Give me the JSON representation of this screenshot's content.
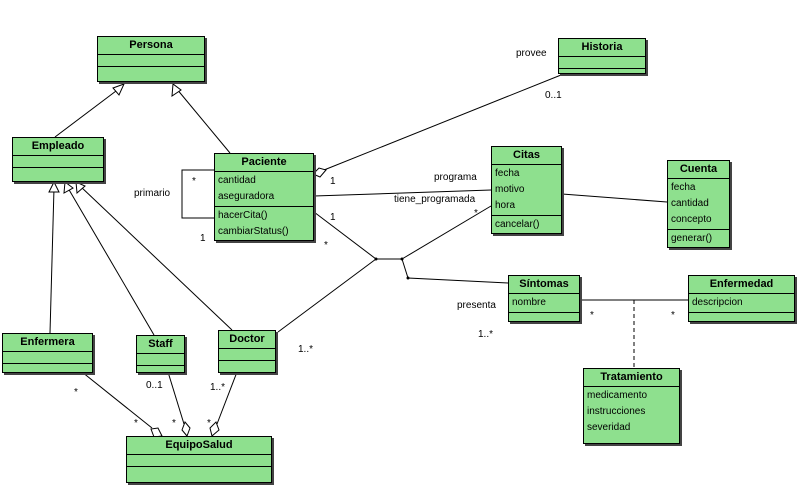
{
  "classes": {
    "persona": {
      "name": "Persona",
      "attributes": [],
      "methods": []
    },
    "empleado": {
      "name": "Empleado",
      "attributes": [],
      "methods": []
    },
    "paciente": {
      "name": "Paciente",
      "attributes": [
        "cantidad",
        "aseguradora"
      ],
      "methods": [
        "hacerCita()",
        "cambiarStatus()"
      ]
    },
    "historia": {
      "name": "Historia",
      "attributes": [],
      "methods": []
    },
    "citas": {
      "name": "Citas",
      "attributes": [
        "fecha",
        "motivo",
        "hora"
      ],
      "methods": [
        "cancelar()"
      ]
    },
    "cuenta": {
      "name": "Cuenta",
      "attributes": [
        "fecha",
        "cantidad",
        "concepto"
      ],
      "methods": [
        "generar()"
      ]
    },
    "sintomas": {
      "name": "Síntomas",
      "attributes": [
        "nombre"
      ],
      "methods": []
    },
    "enfermedad": {
      "name": "Enfermedad",
      "attributes": [
        "descripcion"
      ],
      "methods": []
    },
    "tratamiento": {
      "name": "Tratamiento",
      "attributes": [
        "medicamento",
        "instrucciones",
        "severidad"
      ],
      "methods": []
    },
    "enfermera": {
      "name": "Enfermera",
      "attributes": [],
      "methods": []
    },
    "staff": {
      "name": "Staff",
      "attributes": [],
      "methods": []
    },
    "doctor": {
      "name": "Doctor",
      "attributes": [],
      "methods": []
    },
    "equiposalud": {
      "name": "EquipoSalud",
      "attributes": [],
      "methods": []
    }
  },
  "labels": {
    "provee": "provee",
    "historia_mult": "0..1",
    "paciente_hist_mult": "1",
    "primario": "primario",
    "self_star": "*",
    "self_one": "1",
    "programa": "programa",
    "tiene_programada": "tiene_programada",
    "citas_mult": "*",
    "pac_citas_one": "1",
    "pac_star": "*",
    "presenta": "presenta",
    "sintomas_mult": "1..*",
    "doctor_mult": "1..*",
    "sint_enf_star": "*",
    "enf_star": "*",
    "enfermera_star": "*",
    "eq_star1": "*",
    "staff_mult": "0..1",
    "eq_star2": "*",
    "doctor_eq_mult": "1..*",
    "eq_star3": "*"
  }
}
